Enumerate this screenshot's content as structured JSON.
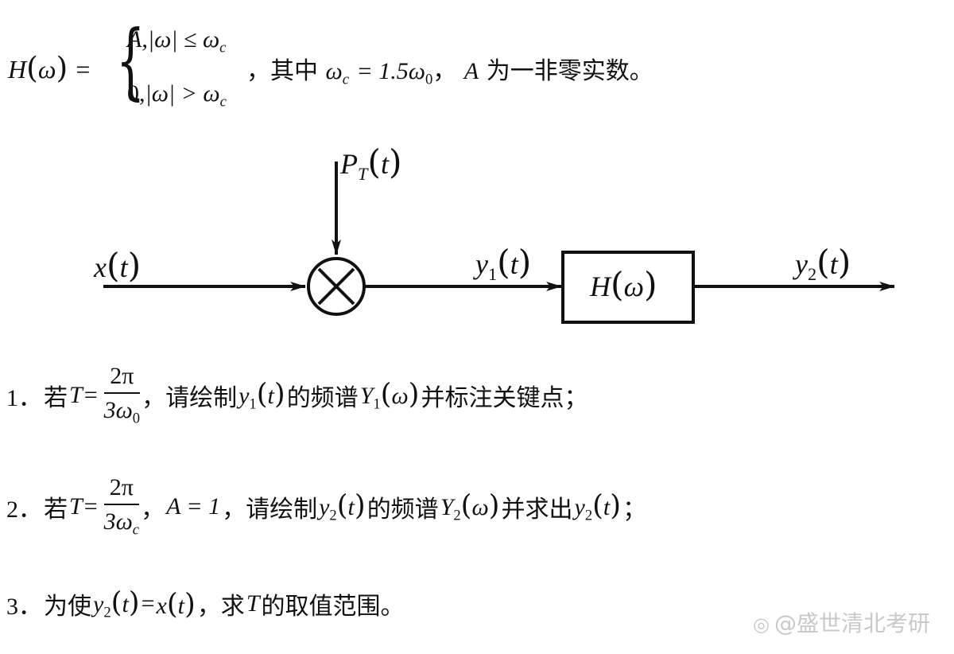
{
  "formula_top": {
    "lhs": "H",
    "lhs_arg": "ω",
    "equals": "=",
    "case1_value": "A,",
    "case1_cond": "|ω| ≤ ω",
    "case1_sub": "c",
    "case2_value": "0,",
    "case2_cond": "|ω| > ω",
    "case2_sub": "c",
    "where_prefix": "，其中",
    "omega_c": "ω",
    "omega_c_sub": "c",
    "equals_value": "= 1.5ω",
    "omega0_sub": "0",
    "sep": "，",
    "a_symbol": "A",
    "a_desc": "为一非零实数。"
  },
  "diagram": {
    "input_signal": "x",
    "input_arg": "t",
    "pulse_symbol": "P",
    "pulse_sub": "T",
    "pulse_arg": "t",
    "y1_symbol": "y",
    "y1_sub": "1",
    "y1_arg": "t",
    "filter_label": "H",
    "filter_arg": "ω",
    "y2_symbol": "y",
    "y2_sub": "2",
    "y2_arg": "t",
    "multiplier_symbol": "×"
  },
  "questions": [
    {
      "number": "1．",
      "prefix": "若",
      "var": "T",
      "eq": "=",
      "frac_num": "2π",
      "frac_den": "3ω",
      "frac_den_sub": "0",
      "text1": "，请绘制",
      "sig": "y",
      "sig_sub": "1",
      "sig_arg": "t",
      "text2": "的频谱",
      "spec": "Y",
      "spec_sub": "1",
      "spec_arg": "ω",
      "text3": "并标注关键点；"
    },
    {
      "number": "2．",
      "prefix": "若",
      "var": "T",
      "eq": "=",
      "frac_num": "2π",
      "frac_den": "3ω",
      "frac_den_sub": "c",
      "text0": "，",
      "cond": "A = 1",
      "text1": "，请绘制",
      "sig": "y",
      "sig_sub": "2",
      "sig_arg": "t",
      "text2": "的频谱",
      "spec": "Y",
      "spec_sub": "2",
      "spec_arg": "ω",
      "text3": "并求出",
      "sig2": "y",
      "sig2_sub": "2",
      "sig2_arg": "t",
      "text4": "；"
    },
    {
      "number": "3．",
      "prefix": "为使",
      "sig": "y",
      "sig_sub": "2",
      "sig_arg": "t",
      "eq": "=",
      "sig_r": "x",
      "sig_r_arg": "t",
      "text1": "，求",
      "var": "T",
      "text2": "的取值范围。"
    }
  ],
  "watermark": {
    "icon": "weibo-icon",
    "text": "@盛世清北考研"
  }
}
